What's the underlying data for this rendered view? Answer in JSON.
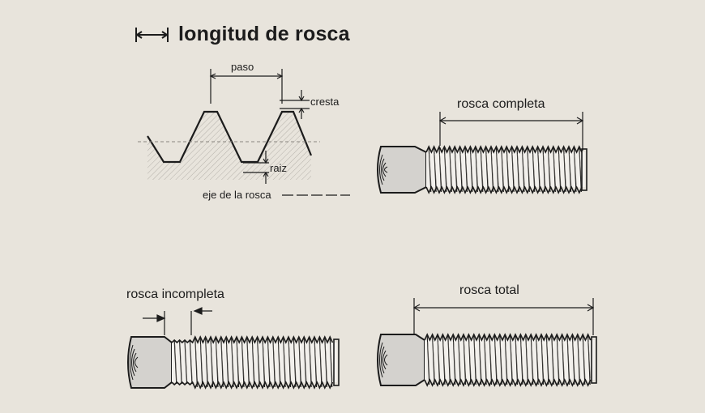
{
  "legend": {
    "title": "longitud de rosca"
  },
  "profile": {
    "paso": "paso",
    "cresta": "cresta",
    "raiz": "raiz",
    "eje": "eje de la rosca"
  },
  "screws": {
    "completa": "rosca completa",
    "incompleta": "rosca incompleta",
    "total": "rosca total"
  },
  "colors": {
    "background": "#e8e4dc",
    "ink": "#1c1c1c",
    "shank": "#d4d2ce"
  }
}
